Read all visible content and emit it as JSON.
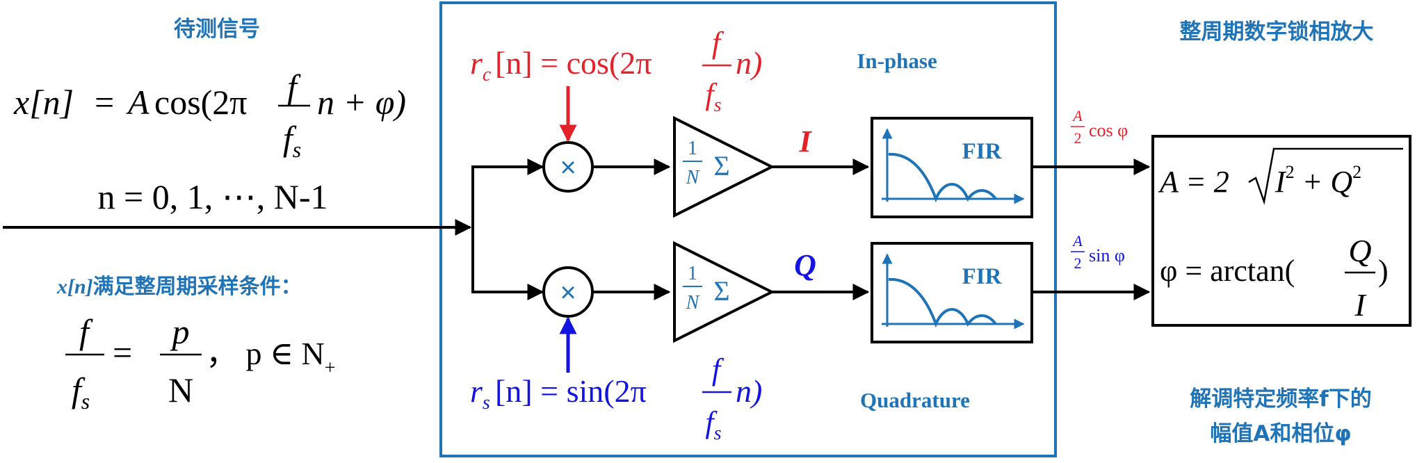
{
  "colors": {
    "accent_blue": "#1f73b7",
    "red": "#e3222a",
    "blue": "#1414e0",
    "black": "#000000"
  },
  "input_panel": {
    "title": "待测信号",
    "signal_lhs": "x[n]",
    "signal_eq": "=",
    "signal_amp": "A",
    "signal_func": "cos(2π",
    "signal_num": "f",
    "signal_den_f": "f",
    "signal_den_sub": "s",
    "signal_tail": "n + φ)",
    "index_range": "n  =  0, 1, ⋯, N-1",
    "condition_title_var": "x[n]",
    "condition_title_text": "满足整周期采样条件：",
    "cond_num_left": "f",
    "cond_den_left_f": "f",
    "cond_den_left_sub": "s",
    "cond_eq": "=",
    "cond_num_right": "p",
    "cond_den_right": "N",
    "cond_tail": "，  p ∈ N",
    "cond_tail_sub": "+"
  },
  "lockin_block": {
    "ref_cos": {
      "prefix": "r",
      "sub": "c",
      "mid": "[n] = cos(2π",
      "num": "f",
      "den_f": "f",
      "den_sub": "s",
      "tail": "n)"
    },
    "ref_sin": {
      "prefix": "r",
      "sub": "s",
      "mid": "[n] = sin(2π",
      "num": "f",
      "den_f": "f",
      "den_sub": "s",
      "tail": "n)"
    },
    "in_phase_label": "In-phase",
    "quadrature_label": "Quadrature",
    "multiplier_symbol": "×",
    "accumulator_num": "1",
    "accumulator_den": "N",
    "accumulator_sigma": "Σ",
    "i_label": "I",
    "q_label": "Q",
    "filter_label": "FIR"
  },
  "outputs": {
    "i_out_num": "A",
    "i_out_den": "2",
    "i_out_func": "cos φ",
    "q_out_num": "A",
    "q_out_den": "2",
    "q_out_func": "sin φ",
    "amp_lhs": "A = 2",
    "amp_radicand_i": "I",
    "amp_plus": " + Q",
    "amp_exp": "2",
    "phase_lhs": "φ = arctan(",
    "phase_num": "Q",
    "phase_den": "I",
    "phase_tail": ")"
  },
  "right_panel": {
    "title": "整周期数字锁相放大",
    "note_line1": "解调特定频率f下的",
    "note_line2": "幅值A和相位φ"
  }
}
